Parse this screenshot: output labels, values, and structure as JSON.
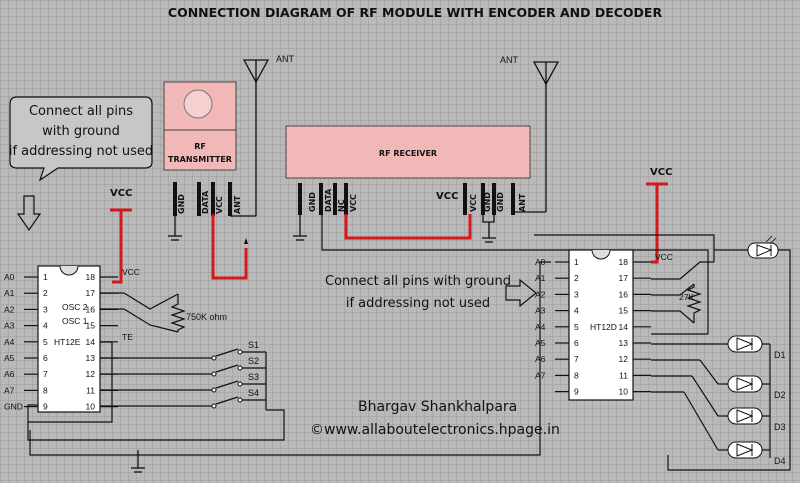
{
  "title": "CONNECTION DIAGRAM OF RF MODULE WITH ENCODER AND DECODER",
  "note_left": [
    "Connect all pins",
    "with ground",
    "if addressing not used"
  ],
  "note_right": [
    "Connect all pins with ground",
    "if addressing not used"
  ],
  "transmitter": {
    "label1": "RF",
    "label2": "TRANSMITTER",
    "pins": [
      "GND",
      "DATA",
      "VCC",
      "ANT"
    ],
    "antenna": "ANT"
  },
  "receiver": {
    "label": "RF RECEIVER",
    "pins": [
      "GND",
      "DATA",
      "NC",
      "VCC",
      "VCC",
      "GND",
      "GND",
      "ANT"
    ],
    "antenna": "ANT"
  },
  "vcc_label": "VCC",
  "encoder": {
    "name": "HT12E",
    "left_pins": [
      {
        "num": "1",
        "ext": "A0"
      },
      {
        "num": "2",
        "ext": "A1"
      },
      {
        "num": "3",
        "ext": "A2"
      },
      {
        "num": "4",
        "ext": "A3"
      },
      {
        "num": "5",
        "ext": "A4"
      },
      {
        "num": "6",
        "ext": "A5"
      },
      {
        "num": "7",
        "ext": "A6"
      },
      {
        "num": "8",
        "ext": "A7"
      },
      {
        "num": "9",
        "ext": "GND"
      }
    ],
    "right_pins": [
      {
        "num": "18",
        "ext": "VCC"
      },
      {
        "num": "17",
        "ext": ""
      },
      {
        "num": "16",
        "ext": ""
      },
      {
        "num": "15",
        "ext": ""
      },
      {
        "num": "14",
        "ext": "TE"
      },
      {
        "num": "13",
        "ext": ""
      },
      {
        "num": "12",
        "ext": ""
      },
      {
        "num": "11",
        "ext": ""
      },
      {
        "num": "10",
        "ext": ""
      }
    ],
    "osc2": "OSC 2",
    "osc1": "OSC 1"
  },
  "resistor_enc": "750K ohm",
  "switches": [
    "S1",
    "S2",
    "S3",
    "S4"
  ],
  "decoder": {
    "name": "HT12D",
    "left_pins": [
      {
        "num": "1",
        "ext": "A0"
      },
      {
        "num": "2",
        "ext": "A1"
      },
      {
        "num": "3",
        "ext": "A2"
      },
      {
        "num": "4",
        "ext": "A3"
      },
      {
        "num": "5",
        "ext": "A4"
      },
      {
        "num": "6",
        "ext": "A5"
      },
      {
        "num": "7",
        "ext": "A6"
      },
      {
        "num": "8",
        "ext": "A7"
      },
      {
        "num": "9",
        "ext": ""
      }
    ],
    "right_pins": [
      {
        "num": "18",
        "ext": "VCC"
      },
      {
        "num": "17",
        "ext": ""
      },
      {
        "num": "16",
        "ext": ""
      },
      {
        "num": "15",
        "ext": ""
      },
      {
        "num": "14",
        "ext": ""
      },
      {
        "num": "13",
        "ext": ""
      },
      {
        "num": "12",
        "ext": ""
      },
      {
        "num": "11",
        "ext": ""
      },
      {
        "num": "10",
        "ext": ""
      }
    ]
  },
  "resistor_dec": "27K",
  "leds": [
    "D1",
    "D2",
    "D3",
    "D4"
  ],
  "author": "Bhargav Shankhalpara",
  "website": "©www.allaboutelectronics.hpage.in",
  "colors": {
    "wire": "#111111",
    "power": "#d4181c",
    "module_fill": "#f2b8b8",
    "chip_fill": "#ffffff"
  }
}
